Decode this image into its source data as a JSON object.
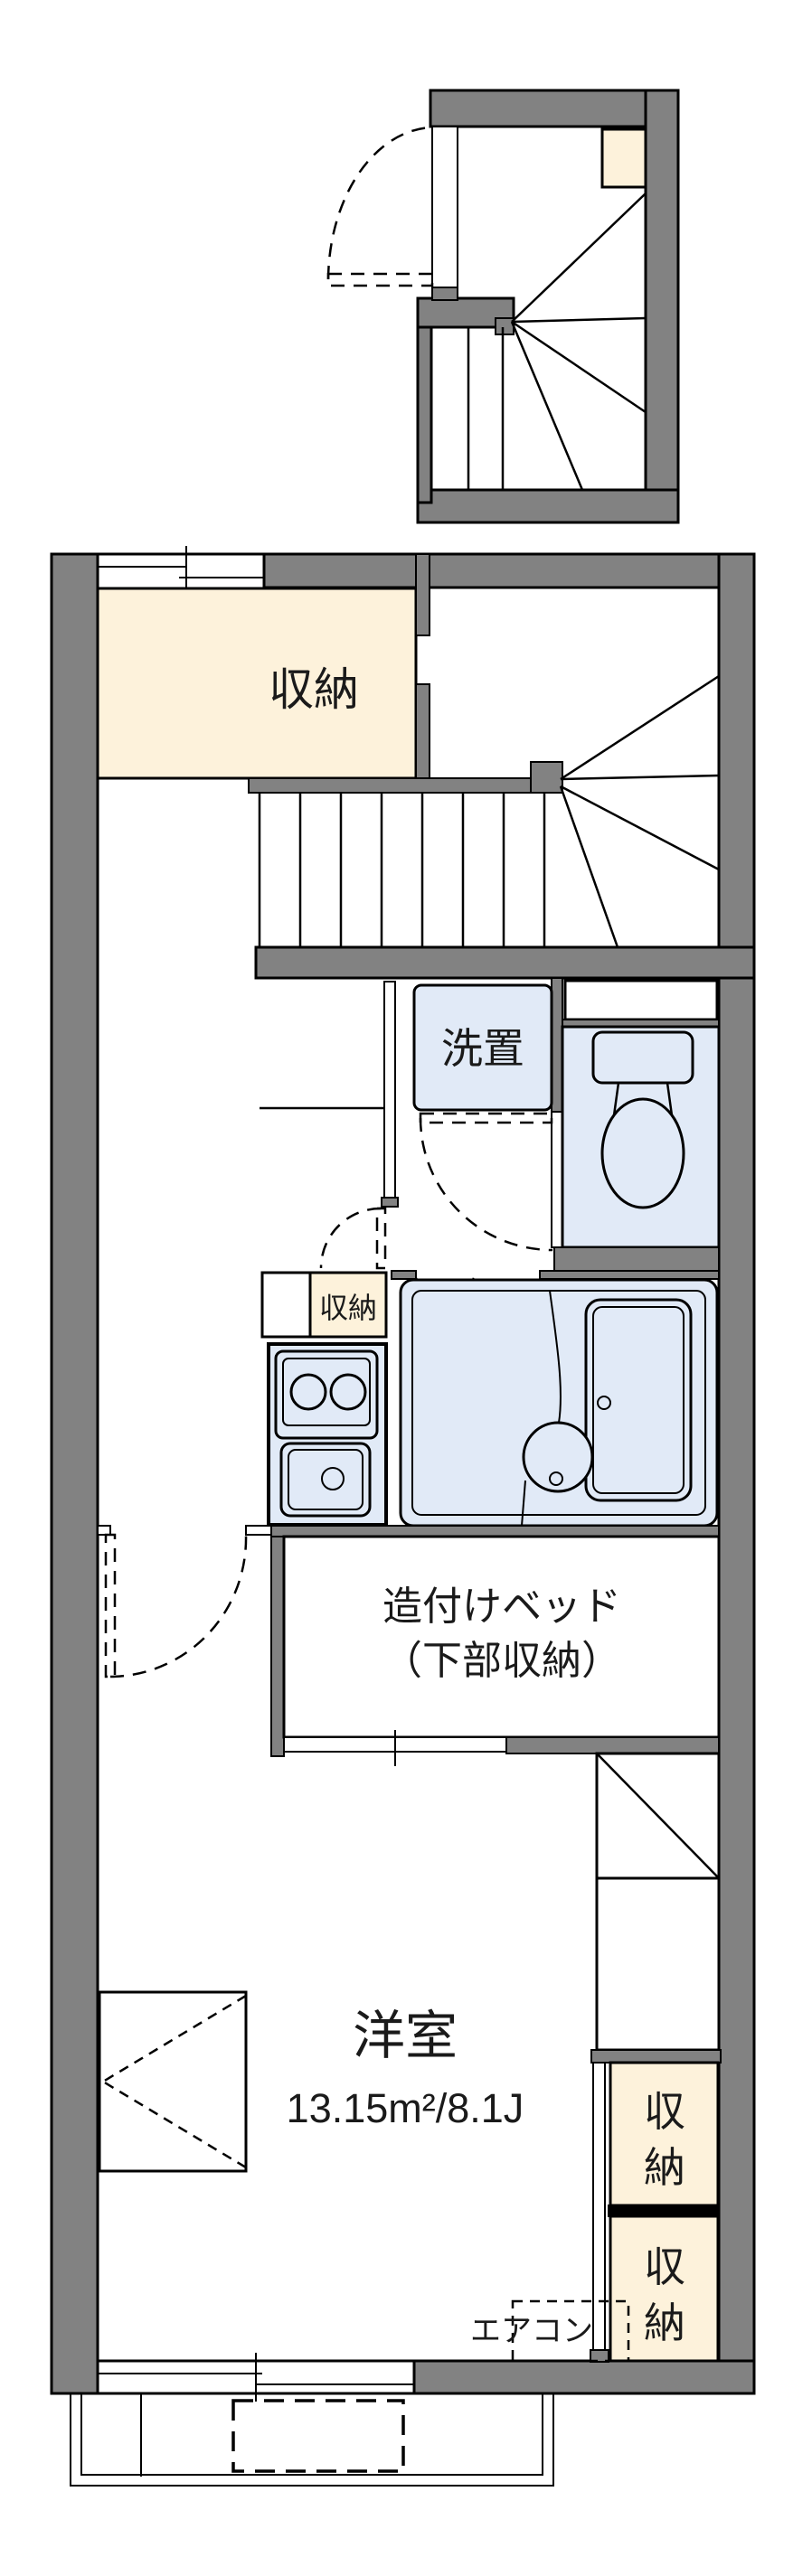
{
  "colors": {
    "wall": "#828282",
    "storage": "#FDF2DB",
    "wet": "#E1EAF7",
    "ink": "#1A1A1A",
    "bg": "#FFFFFF"
  },
  "rooms": {
    "storage_top": {
      "label": "収納"
    },
    "laundry": {
      "label": "洗置"
    },
    "kitchen_storage": {
      "label": "収納"
    },
    "bed": {
      "line1": "造付けベッド",
      "line2": "（下部収納）"
    },
    "western": {
      "name": "洋室",
      "area": "13.15m²/8.1J"
    },
    "closet_upper": {
      "chars": [
        "収",
        "納"
      ]
    },
    "closet_lower": {
      "chars": [
        "収",
        "納"
      ]
    },
    "aircon": {
      "label": "エアコン"
    }
  }
}
